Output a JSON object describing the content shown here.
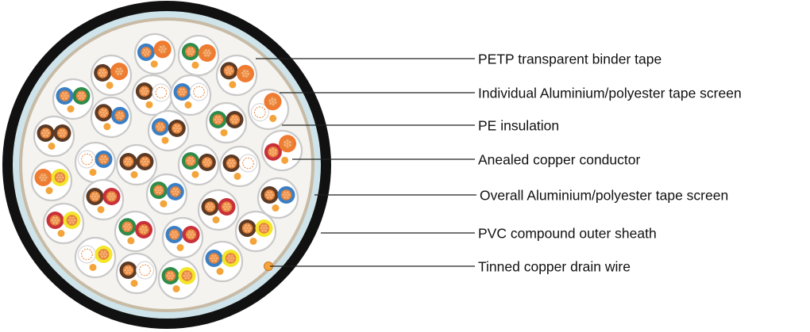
{
  "labels": [
    {
      "text": "PETP transparent binder tape"
    },
    {
      "text": "Individual Aluminium/polyester tape screen"
    },
    {
      "text": "PE insulation"
    },
    {
      "text": "Anealed copper conductor"
    },
    {
      "text": "Overall Aluminium/polyester tape screen"
    },
    {
      "text": "PVC compound outer sheath"
    },
    {
      "text": "Tinned copper drain wire"
    }
  ],
  "colors": {
    "outer_sheath": "#111111",
    "overall_screen": "#cfe4ea",
    "binder_tape": "#c8bba6",
    "filler": "#f5f3ef",
    "pair_screen_ring": "#c9c9c9",
    "copper": "#e8843a",
    "copper_strand": "#f6b37a",
    "drain_wire": "#f3a43a",
    "leader_line": "#222222"
  },
  "insulation_colors": {
    "blue": "#3a7fc4",
    "orange": "#ef7a30",
    "green": "#2e8b4a",
    "brown": "#5b3a26",
    "red": "#c8303a",
    "yellow": "#f2e52a",
    "white": "#ffffff"
  }
}
